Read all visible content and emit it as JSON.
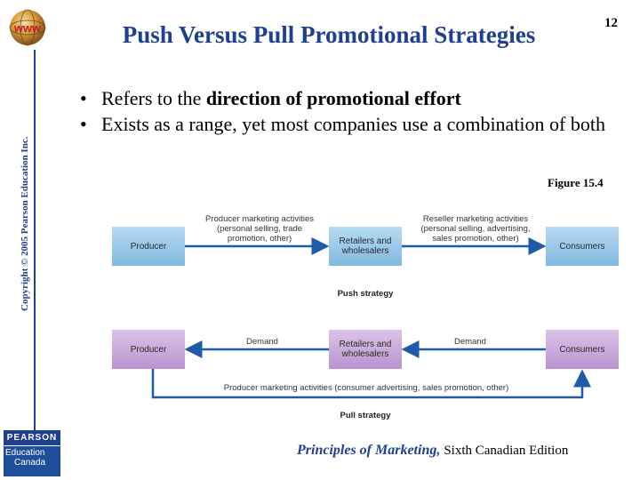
{
  "header": {
    "title": "Push Versus Pull Promotional Strategies",
    "slide_number": "12",
    "globe_text": "www"
  },
  "sidebar": {
    "copyright": "Copyright © 2005 Pearson Education Inc."
  },
  "bullets": [
    {
      "prefix": "Refers to the ",
      "bold": "direction of promotional effort"
    },
    {
      "prefix": "Exists as a range, yet most companies use a combination of both",
      "bold": ""
    }
  ],
  "figure": {
    "label": "Figure 15.4",
    "push": {
      "producer": "Producer",
      "retailers": "Retailers and wholesalers",
      "consumers": "Consumers",
      "producer_activities": "Producer marketing activities (personal selling, trade promotion, other)",
      "reseller_activities": "Reseller marketing activities (personal selling, advertising, sales promotion, other)",
      "strategy_label": "Push strategy"
    },
    "pull": {
      "producer": "Producer",
      "retailers": "Retailers and wholesalers",
      "consumers": "Consumers",
      "demand_left": "Demand",
      "demand_right": "Demand",
      "producer_activities": "Producer marketing activities (consumer advertising, sales promotion, other)",
      "strategy_label": "Pull strategy"
    },
    "colors": {
      "push_box": "#8fc3e6",
      "pull_box": "#c9a6d8",
      "arrow": "#1e5ba8"
    }
  },
  "footer": {
    "book_title": "Principles of Marketing,",
    "edition": "Sixth Canadian Edition"
  },
  "logo": {
    "brand": "PEARSON",
    "line1": "Education",
    "line2": "Canada"
  }
}
